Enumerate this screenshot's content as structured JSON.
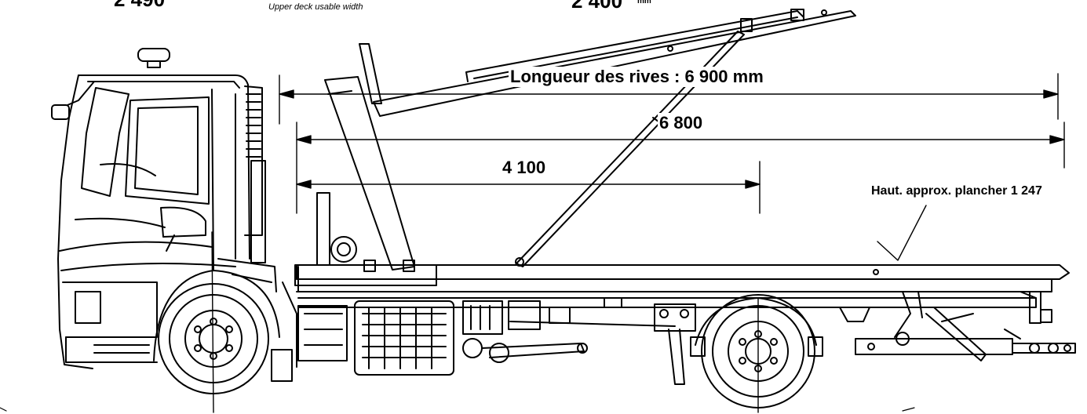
{
  "header": {
    "left_value": "2 490",
    "deck_note": "Upper deck usable width",
    "center_value": "2 400",
    "center_unit": "mm"
  },
  "dimensions": {
    "total_length": "Longueur des rives : 6 900 mm",
    "deck_length": "6 800",
    "front_length": "4 100"
  },
  "annotation": {
    "floor_height": "Haut. approx. plancher 1 247"
  },
  "colors": {
    "line": "#000000",
    "background": "#ffffff"
  }
}
